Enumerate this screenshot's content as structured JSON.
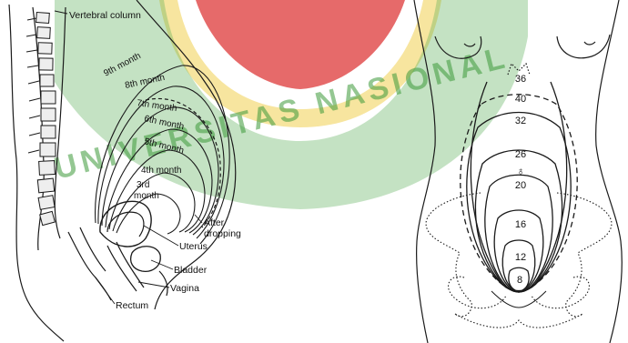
{
  "watermark": {
    "text": "UNIVERSITAS NASIONAL",
    "color": "#3d9a3a",
    "shape_color": "#e25050",
    "accent_color": "#f0d050"
  },
  "sagittal": {
    "labels": {
      "vertebral_column": "Vertebral column",
      "uterus": "Uterus",
      "bladder": "Bladder",
      "vagina": "Vagina",
      "rectum": "Rectum",
      "after_dropping_1": "After",
      "after_dropping_2": "dropping"
    },
    "months": [
      {
        "label": "9th month"
      },
      {
        "label": "8th month"
      },
      {
        "label": "7th month"
      },
      {
        "label": "6th month"
      },
      {
        "label": "5th month"
      },
      {
        "label": "4th month"
      },
      {
        "label": "3rd"
      },
      {
        "label": "month"
      }
    ]
  },
  "frontal": {
    "week_labels": [
      "36",
      "40",
      "32",
      "26",
      "20",
      "16",
      "12",
      "8"
    ],
    "navel_symbol": "♁"
  }
}
